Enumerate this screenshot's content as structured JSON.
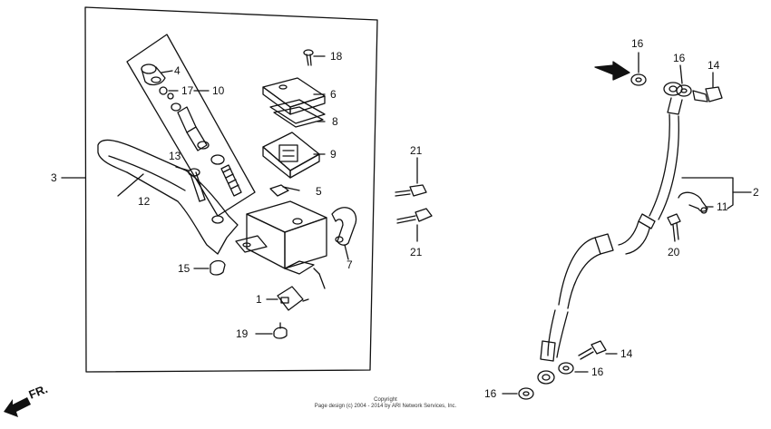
{
  "callouts": {
    "c1": "1",
    "c2": "2",
    "c3": "3",
    "c4": "4",
    "c5": "5",
    "c6": "6",
    "c7": "7",
    "c8": "8",
    "c9": "9",
    "c10": "10",
    "c11": "11",
    "c12": "12",
    "c13": "13",
    "c14a": "14",
    "c14b": "14",
    "c15": "15",
    "c16a": "16",
    "c16b": "16",
    "c16c": "16",
    "c16d": "16",
    "c17": "17",
    "c18": "18",
    "c19": "19",
    "c20": "20",
    "c21a": "21",
    "c21b": "21"
  },
  "direction_marker": "FR.",
  "copyright": {
    "line1": "Copyright",
    "line2": "Page design (c) 2004 - 2014 by ARI Network Services, Inc."
  }
}
